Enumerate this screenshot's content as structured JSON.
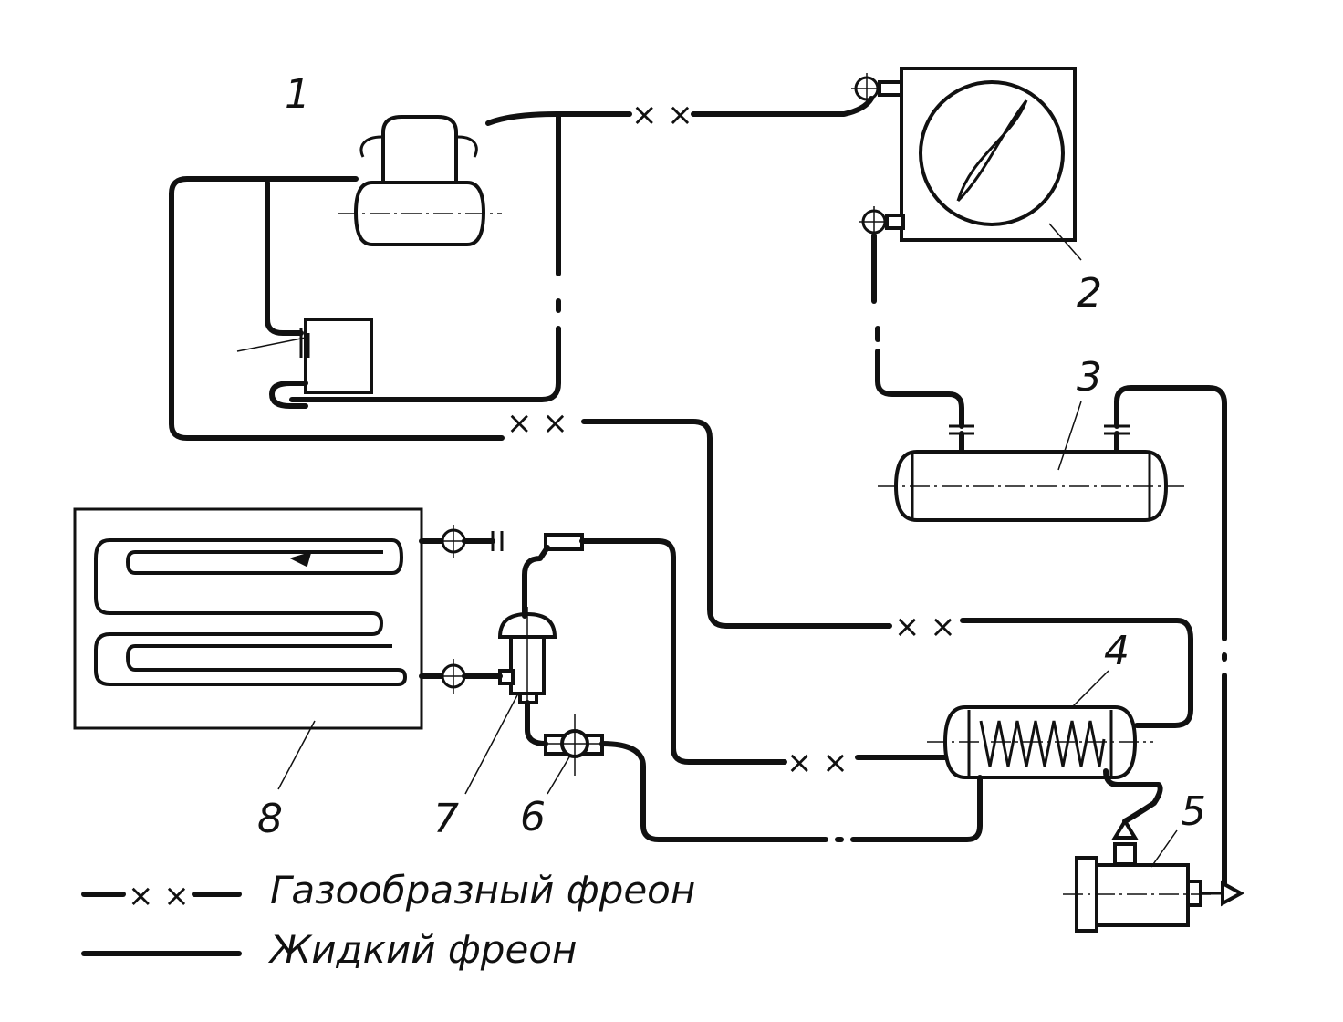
{
  "labels": {
    "compressor": "1",
    "condenser": "2",
    "receiver": "3",
    "heat_exchanger": "4",
    "valve_5": "5",
    "valve_6": "6",
    "thermo_valve": "7",
    "evaporator": "8"
  },
  "line_marker": "× ×",
  "legend": {
    "gas": "Газообразный фреон",
    "liquid": "Жидкий фреон"
  }
}
